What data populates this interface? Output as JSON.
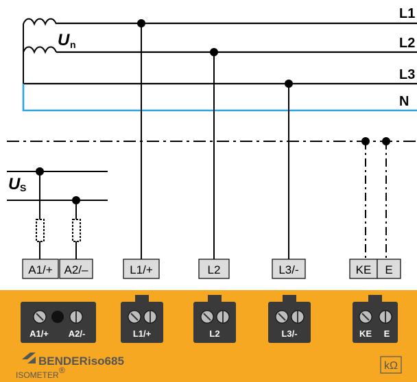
{
  "phases": [
    {
      "label": "L1"
    },
    {
      "label": "L2"
    },
    {
      "label": "L3"
    },
    {
      "label": "N"
    }
  ],
  "voltage_un": {
    "main": "U",
    "sub": "n"
  },
  "voltage_us": {
    "main": "U",
    "sub": "S"
  },
  "terminal_labels": [
    "A1/+",
    "A2/–",
    "L1/+",
    "L2",
    "L3/-",
    "KE",
    "E"
  ],
  "device_terminals": [
    "A1/+",
    "A2/-",
    "L1/+",
    "L2",
    "L3/-",
    "KE",
    "E"
  ],
  "device": {
    "brand": "BENDER",
    "model": "iso685",
    "series": "ISOMETER",
    "registered": "®",
    "unit": "kΩ"
  },
  "colors": {
    "device_body": "#f7a823",
    "neutral_line": "#2aa4de",
    "terminal_block": "#3a3a3a",
    "brand_grey": "#555555"
  }
}
